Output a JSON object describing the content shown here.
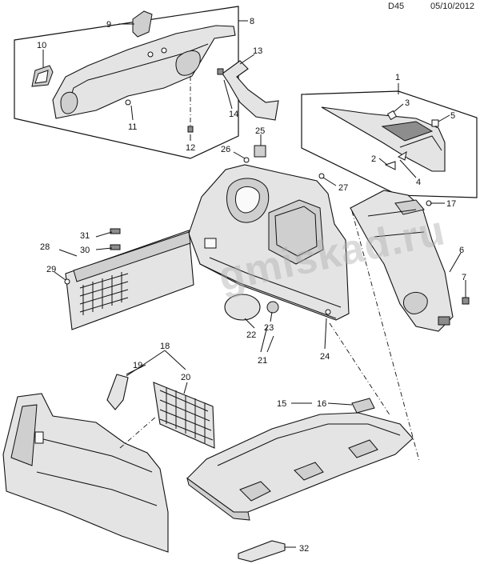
{
  "header": {
    "page_code": "D45",
    "date": "05/10/2012"
  },
  "watermark": "gmiskad.ru",
  "callouts": [
    "1",
    "2",
    "3",
    "4",
    "5",
    "6",
    "7",
    "8",
    "9",
    "10",
    "11",
    "12",
    "13",
    "14",
    "15",
    "16",
    "17",
    "18",
    "19",
    "20",
    "21",
    "22",
    "23",
    "24",
    "25",
    "26",
    "27",
    "28",
    "29",
    "30",
    "31",
    "32"
  ]
}
